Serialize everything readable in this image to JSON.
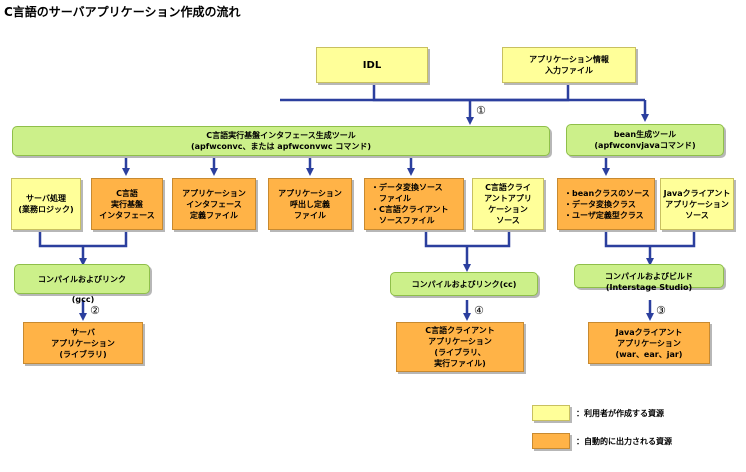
{
  "title": "C言語のサーバアプリケーション作成の流れ",
  "nodes": {
    "idl": [
      "IDL"
    ],
    "appinfo": [
      "アプリケーション情報",
      "入力ファイル"
    ],
    "cgen": [
      "C言語実行基盤インタフェース生成ツール",
      "(apfwconvc、または apfwconvwc コマンド)"
    ],
    "beangen": [
      "bean生成ツール",
      "(apfwconvjavaコマンド)"
    ],
    "server_proc": [
      "サーバ処理",
      "(業務ロジック)"
    ],
    "c_exec_if": [
      "C言語",
      "実行基盤",
      "インタフェース"
    ],
    "app_if_def": [
      "アプリケーション",
      "インタフェース",
      "定義ファイル"
    ],
    "app_call_def": [
      "アプリケーション",
      "呼出し定義",
      "ファイル"
    ],
    "data_conv": [
      "・データ変換ソース",
      "　ファイル",
      "・C言語クライアント",
      "　ソースファイル"
    ],
    "c_client_src": [
      "C言語クライ",
      "アントアプリ",
      "ケーション",
      "ソース"
    ],
    "bean_src": [
      "・beanクラスのソース",
      "・データ変換クラス",
      "・ユーザ定義型クラス"
    ],
    "java_client_src": [
      "Javaクライアント",
      "アプリケーション",
      "ソース"
    ],
    "compile_gcc": [
      "コンパイルおよびリンク"
    ],
    "gcc_sub": [
      "(gcc)"
    ],
    "compile_cc": [
      "コンパイルおよびリンク(cc)"
    ],
    "compile_build": [
      "コンパイルおよびビルド"
    ],
    "build_sub": [
      "(Interstage Studio)"
    ],
    "server_app": [
      "サーバ",
      "アプリケーション",
      "(ライブラリ)"
    ],
    "c_client_app": [
      "C言語クライアント",
      "アプリケーション",
      "(ライブラリ、",
      "実行ファイル)"
    ],
    "java_client_app": [
      "Javaクライアント",
      "アプリケーション",
      "(war、ear、jar)"
    ]
  },
  "markers": [
    "①",
    "②",
    "③",
    "④"
  ],
  "legend": {
    "user": "：利用者が作成する資源",
    "auto": "：自動的に出力される資源"
  },
  "colors": {
    "user_note": "#ffff99",
    "auto_note": "#ffb347",
    "tool_bar": "#ccf08a",
    "connector": "#2b3f9e"
  }
}
